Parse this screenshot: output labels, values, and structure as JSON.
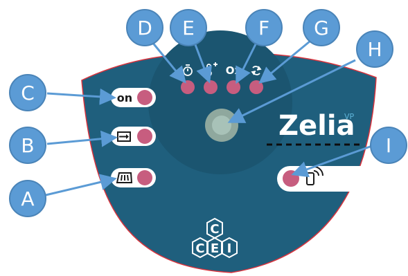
{
  "callouts": [
    {
      "id": "D",
      "label": "D"
    },
    {
      "id": "E",
      "label": "E"
    },
    {
      "id": "F",
      "label": "F"
    },
    {
      "id": "G",
      "label": "G"
    },
    {
      "id": "H",
      "label": "H"
    },
    {
      "id": "C",
      "label": "C"
    },
    {
      "id": "B",
      "label": "B"
    },
    {
      "id": "A",
      "label": "A"
    },
    {
      "id": "I",
      "label": "I"
    }
  ],
  "buttons": {
    "on_label": "on"
  },
  "indicators": {
    "oxygen_label": "Ox"
  },
  "brand": {
    "name": "Zelia",
    "superscript": "VP",
    "logo_top": "C",
    "logo_bottom_left": "C",
    "logo_bottom_mid": "E",
    "logo_bottom_right": "I"
  },
  "colors": {
    "panel": "#1f5f7d",
    "panel_border": "#d8343e",
    "callout_fill": "#5b9bd5",
    "callout_border": "#4a84b8",
    "arrow": "#5b9bd5",
    "indicator": "#c75d7f",
    "pill": "#ffffff"
  }
}
